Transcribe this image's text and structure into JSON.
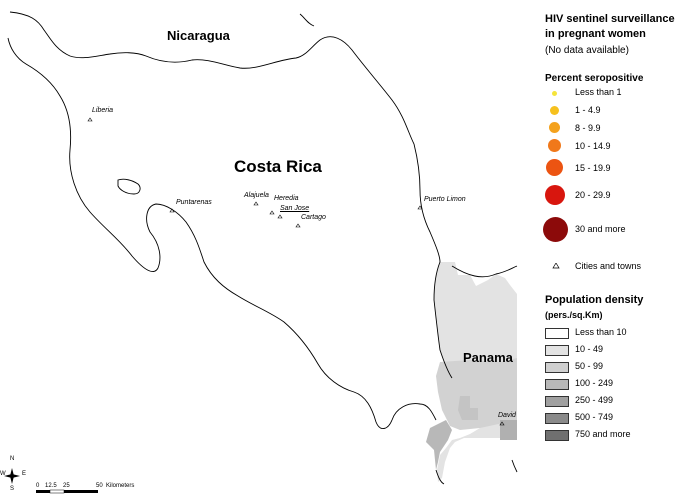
{
  "map": {
    "countries": {
      "nicaragua": "Nicaragua",
      "costa_rica": "Costa Rica",
      "panama": "Panama"
    },
    "towns": {
      "liberia": "Liberia",
      "puntarenas": "Puntarenas",
      "alajuela": "Alajuela",
      "heredia": "Heredia",
      "san_jose": "San Jose",
      "cartago": "Cartago",
      "puerto_limon": "Puerto Limon",
      "david": "David"
    },
    "colors": {
      "land_light": "#e3e3e3",
      "land_mid": "#c8c8c8",
      "land_dark": "#a8a8a8",
      "outline": "#000000"
    }
  },
  "legend": {
    "title_line1": "HIV sentinel surveillance",
    "title_line2": "in pregnant women",
    "no_data": "(No data available)",
    "percent_heading": "Percent seropositive",
    "percent_classes": [
      {
        "label": "Less than 1",
        "color": "#f5e43a"
      },
      {
        "label": "1 - 4.9",
        "color": "#f6c11e"
      },
      {
        "label": "8 - 9.9",
        "color": "#f4a21e"
      },
      {
        "label": "10 - 14.9",
        "color": "#f0781a"
      },
      {
        "label": "15 - 19.9",
        "color": "#ec5412"
      },
      {
        "label": "20 - 29.9",
        "color": "#d8160e"
      },
      {
        "label": "30 and more",
        "color": "#8c0a0a"
      }
    ],
    "cities_label": "Cities and towns",
    "density_heading": "Population density",
    "density_unit": "(pers./sq.Km)",
    "density_classes": [
      {
        "label": "Less than 10",
        "color": "#ffffff"
      },
      {
        "label": "10 - 49",
        "color": "#e3e3e3"
      },
      {
        "label": "50 - 99",
        "color": "#d0d0d0"
      },
      {
        "label": "100 - 249",
        "color": "#b8b8b8"
      },
      {
        "label": "250 - 499",
        "color": "#a0a0a0"
      },
      {
        "label": "500 - 749",
        "color": "#8a8a8a"
      },
      {
        "label": "750 and more",
        "color": "#707070"
      }
    ]
  },
  "scale_bar": {
    "ticks": [
      "0",
      "12.5",
      "25",
      "50"
    ],
    "unit": "Kilometers"
  },
  "north_arrow": {
    "n": "N",
    "e": "E",
    "s": "S",
    "w": "W"
  }
}
